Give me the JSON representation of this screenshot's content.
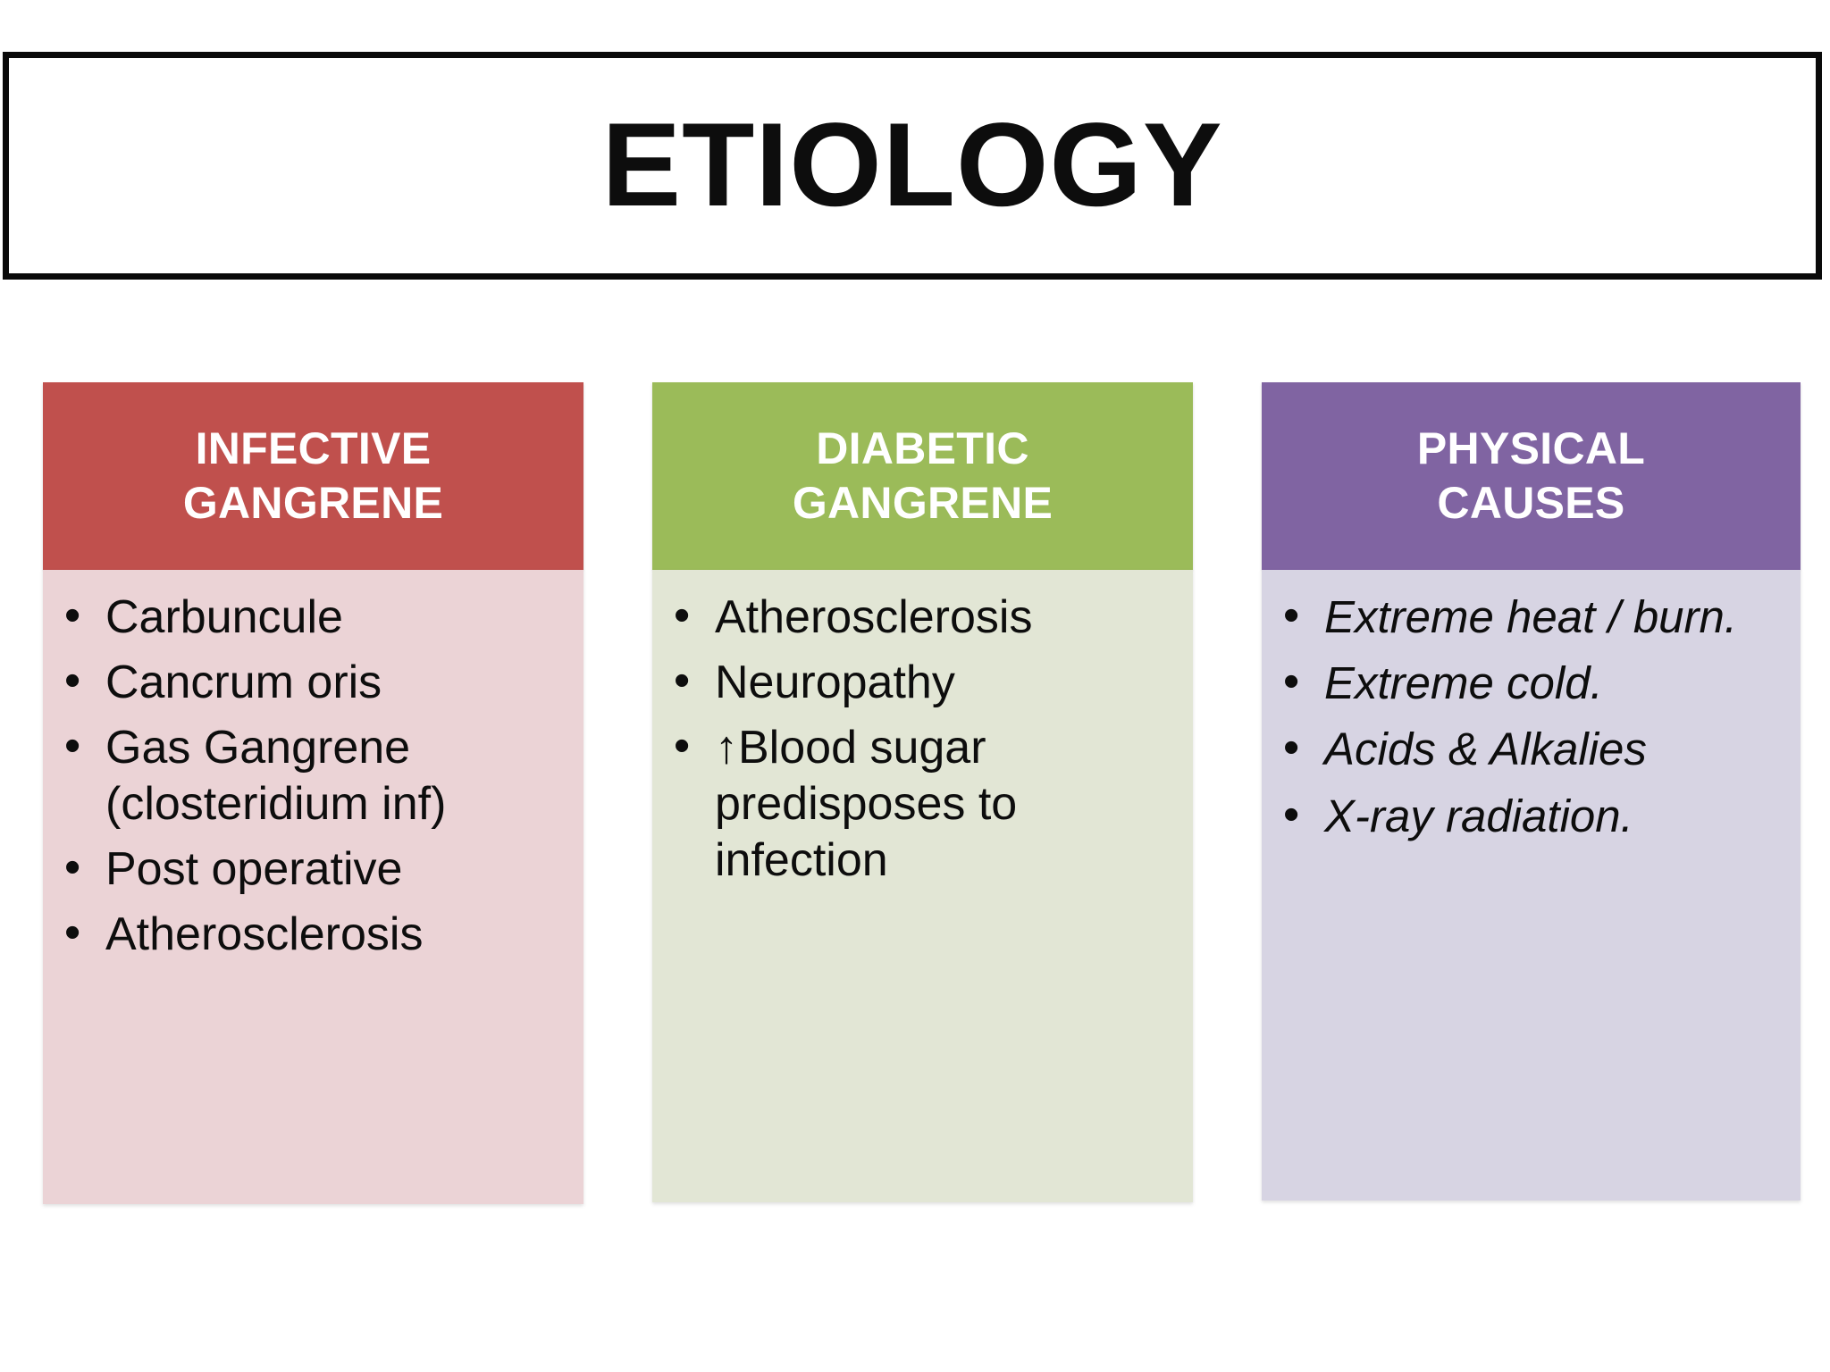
{
  "slide": {
    "title": "ETIOLOGY",
    "background_color": "#FFFFFF",
    "title_border_color": "#0A0A0A"
  },
  "columns": [
    {
      "id": "infective-gangrene",
      "header": "INFECTIVE GANGRENE",
      "header_line1": "INFECTIVE",
      "header_line2": "GANGRENE",
      "header_color": "#C0504D",
      "body_color": "#EBD3D6",
      "italic": false,
      "items": [
        "Carbuncule",
        "Cancrum oris",
        "Gas Gangrene (closteridium inf)",
        "Post operative",
        "Atherosclerosis"
      ]
    },
    {
      "id": "diabetic-gangrene",
      "header": "DIABETIC GANGRENE",
      "header_line1": "DIABETIC",
      "header_line2": "GANGRENE",
      "header_color": "#9BBB59",
      "body_color": "#E2E6D5",
      "italic": false,
      "items": [
        "Atherosclerosis",
        "Neuropathy",
        "↑Blood sugar predisposes to infection"
      ]
    },
    {
      "id": "physical-causes",
      "header": "PHYSICAL CAUSES",
      "header_line1": "PHYSICAL",
      "header_line2": "CAUSES",
      "header_color": "#8064A2",
      "body_color": "#D7D4E3",
      "italic": true,
      "items": [
        "Extreme heat / burn.",
        "Extreme cold.",
        "Acids & Alkalies",
        "X-ray radiation."
      ]
    }
  ]
}
